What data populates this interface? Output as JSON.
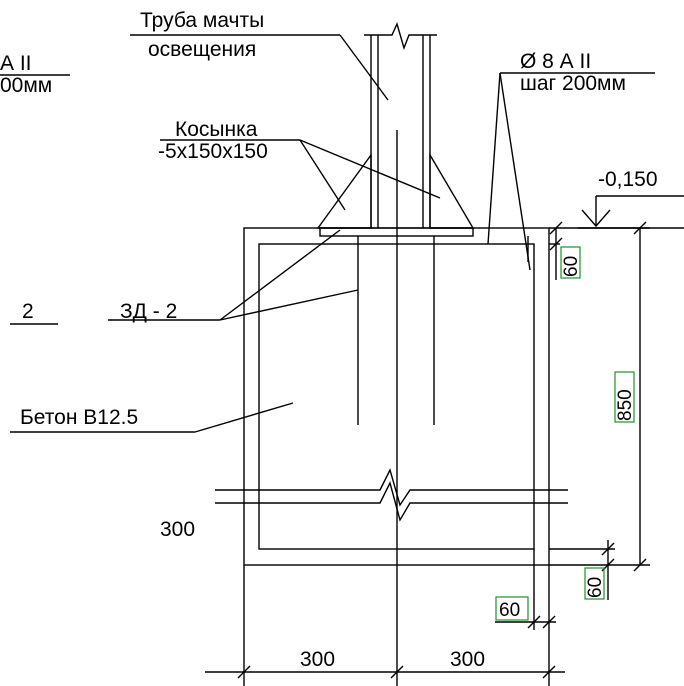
{
  "drawing": {
    "left_rebar_label_line1": "А II",
    "left_rebar_label_line2": "00мм",
    "left_number": "2",
    "pipe_label_line1": "Труба мачты",
    "pipe_label_line2": "освещения",
    "rebar_label_line1": "Ø 8 А II",
    "rebar_label_line2": "шаг 200мм",
    "gusset_label_line1": "Косынка",
    "gusset_label_line2": "-5х150х150",
    "level_mark": "-0,150",
    "anchor_label": "ЗД - 2",
    "concrete_label": "Бетон В12.5",
    "dim_depth": "850",
    "dim_cover_top": "60",
    "dim_cover_bottom": "60",
    "dim_cover_side": "60",
    "dim_left_300": "300",
    "dim_bottom_left_300": "300",
    "dim_bottom_right_300": "300"
  },
  "colors": {
    "line": "#000000",
    "dimension_box": "#1f8f2a"
  }
}
